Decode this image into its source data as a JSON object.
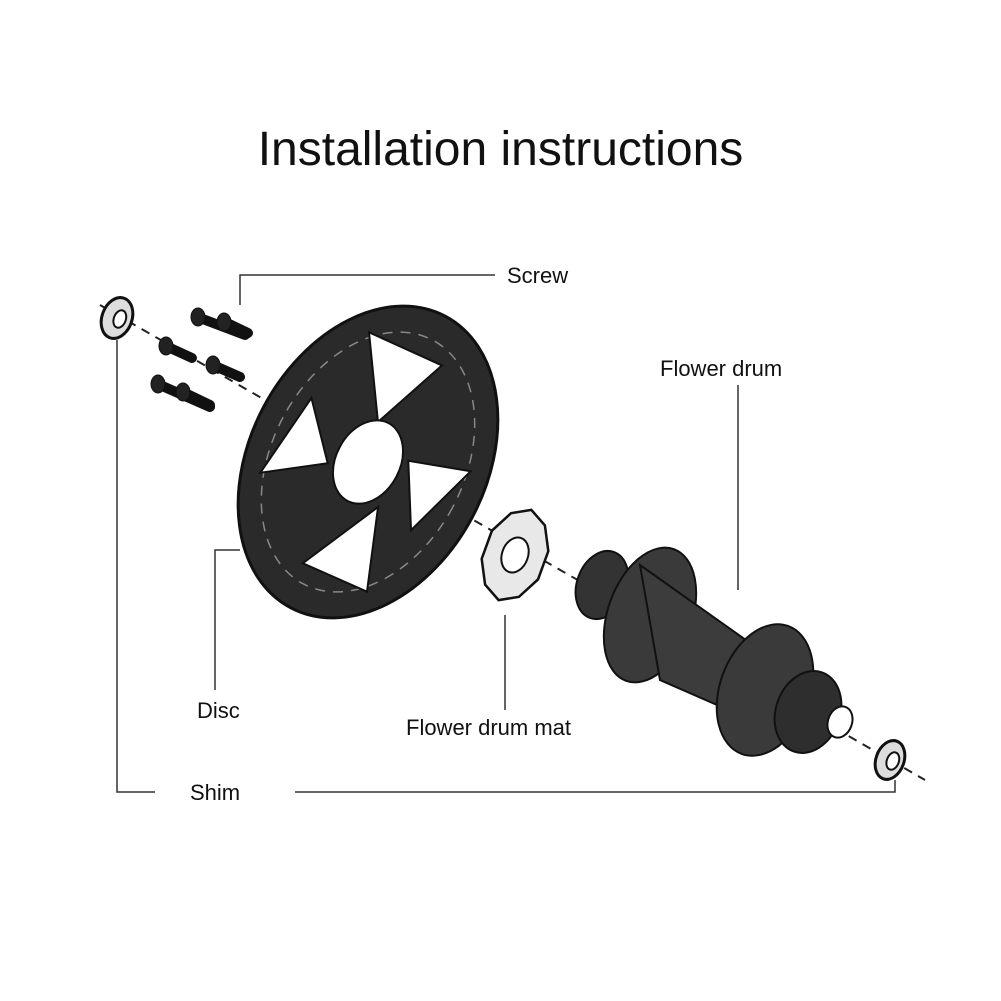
{
  "title": "Installation instructions",
  "labels": {
    "screw": "Screw",
    "flower_drum": "Flower drum",
    "disc": "Disc",
    "flower_drum_mat": "Flower drum mat",
    "shim": "Shim"
  }
}
